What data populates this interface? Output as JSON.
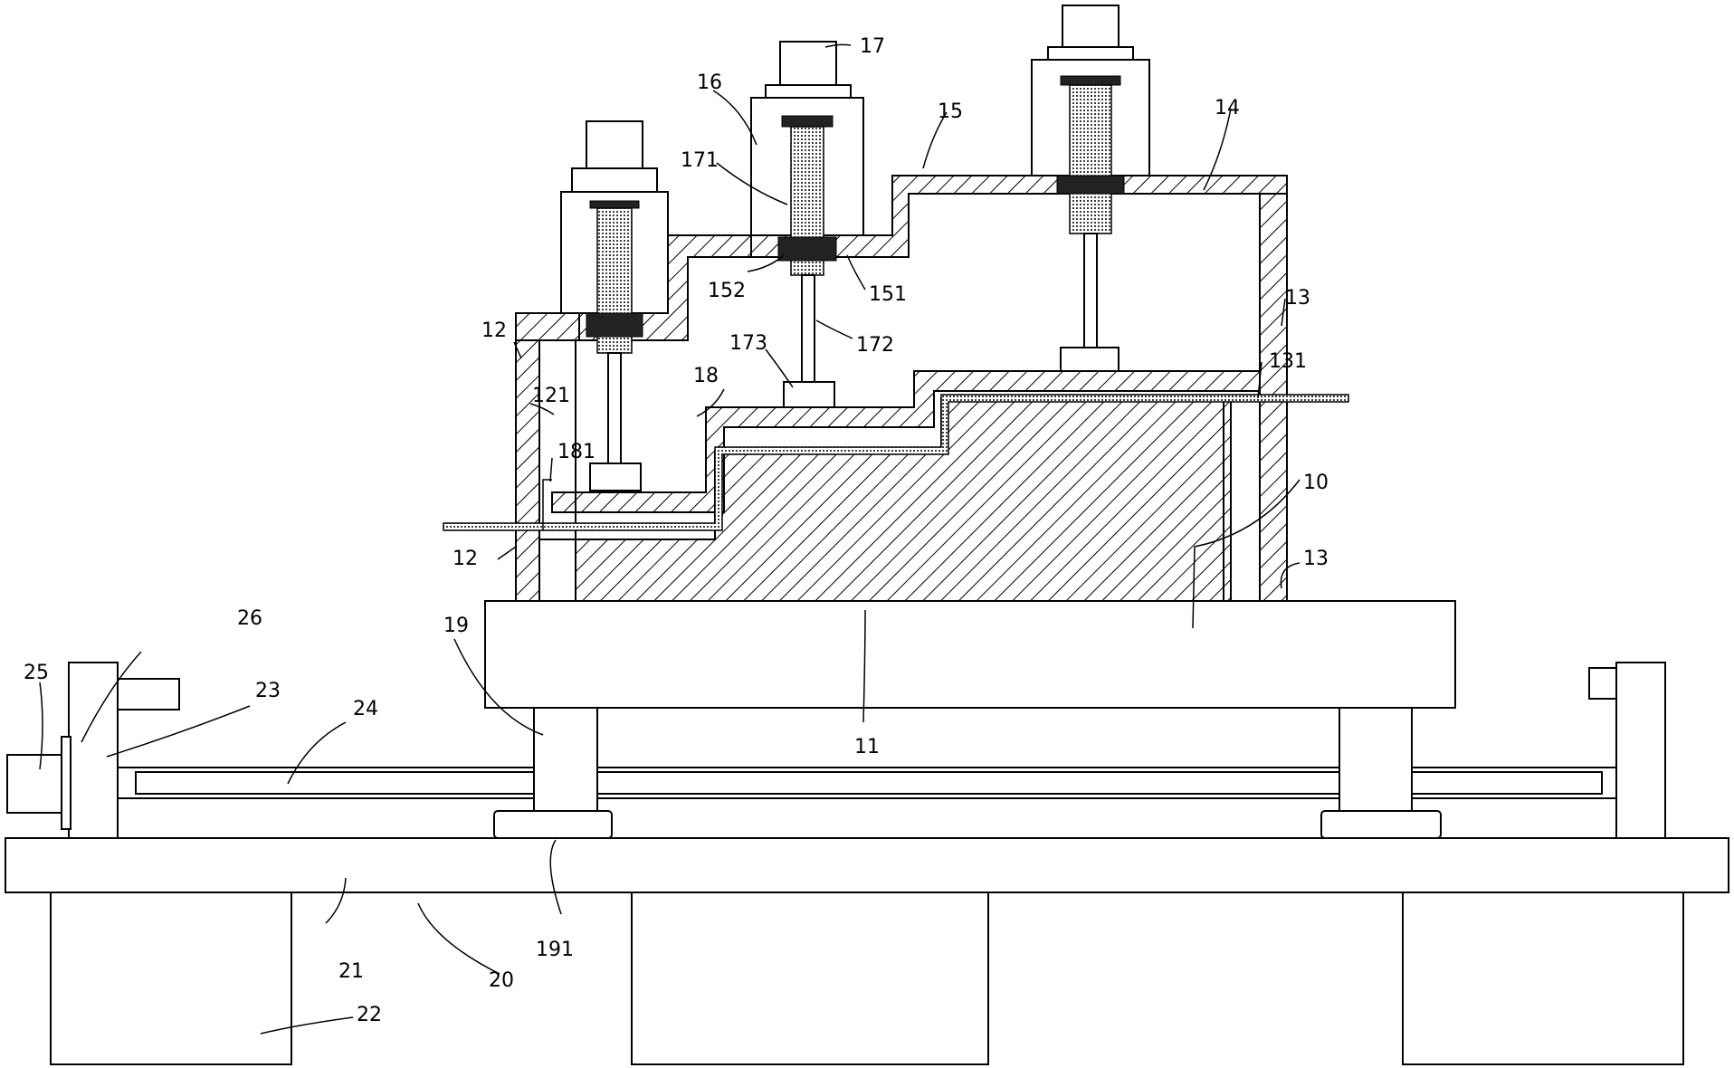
{
  "labels": {
    "l10": "10",
    "l11": "11",
    "l12a": "12",
    "l12b": "12",
    "l121": "121",
    "l13a": "13",
    "l13b": "13",
    "l131": "131",
    "l14": "14",
    "l15": "15",
    "l151": "151",
    "l152": "152",
    "l16": "16",
    "l17": "17",
    "l171": "171",
    "l172": "172",
    "l173": "173",
    "l18": "18",
    "l181": "181",
    "l19": "19",
    "l191": "191",
    "l20": "20",
    "l21": "21",
    "l22": "22",
    "l23": "23",
    "l24": "24",
    "l25": "25",
    "l26": "26"
  }
}
